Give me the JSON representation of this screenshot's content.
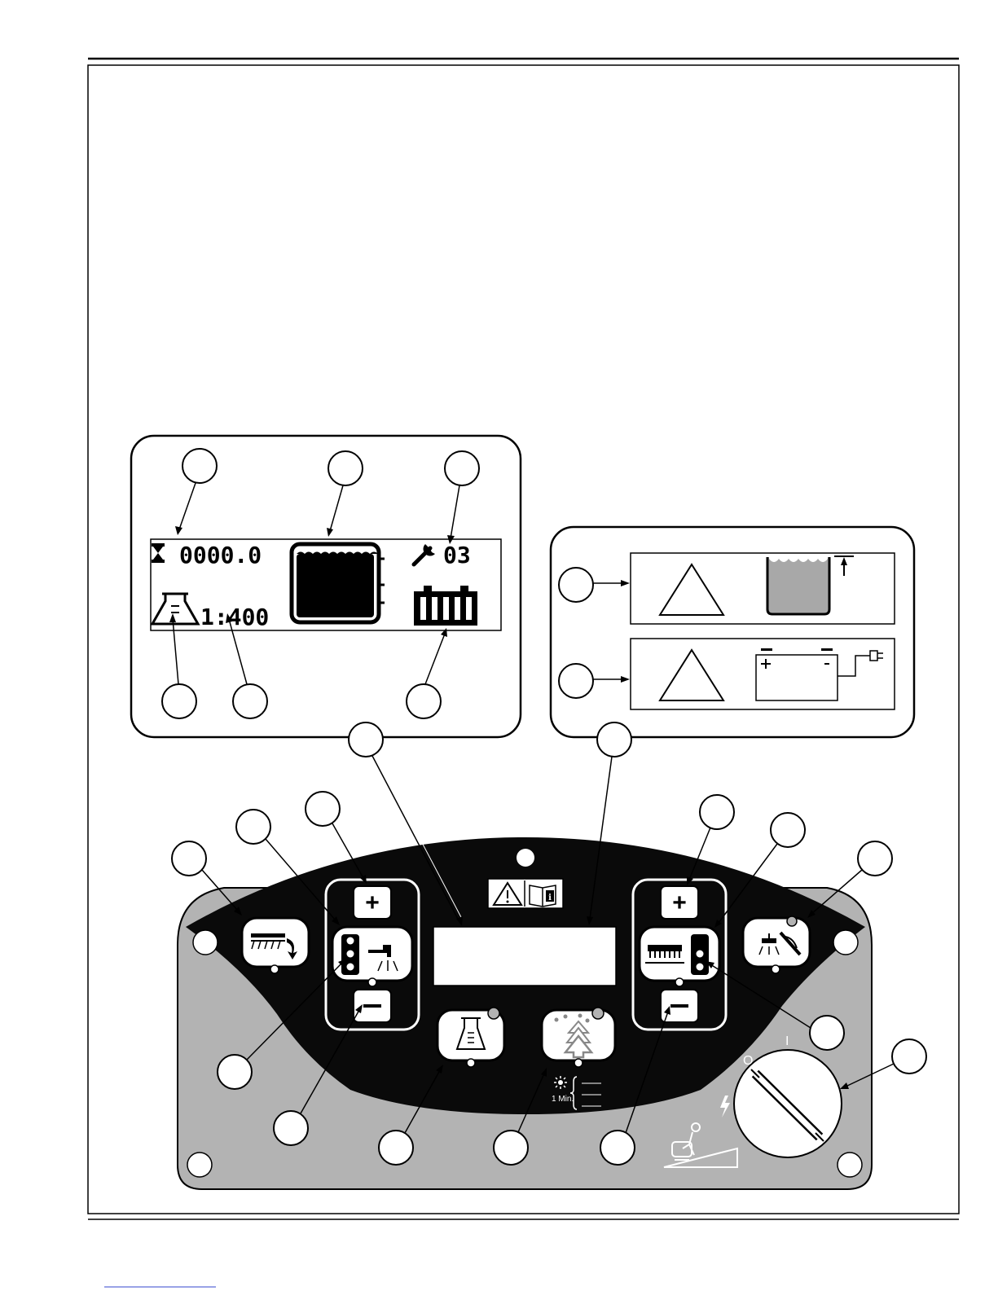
{
  "display": {
    "hour_meter": "0000.0",
    "service_code": "03",
    "dilution_ratio": "1:400"
  },
  "controls": {
    "timer_label": "1 Min.",
    "key_off": "O",
    "key_on": "I"
  },
  "colors": {
    "panel_black": "#0a0a0a",
    "panel_gray": "#b3b3b3",
    "ink": "#000000",
    "tank_fill": "#a8a8a8"
  },
  "icons": [
    "hourglass-icon",
    "wrench-icon",
    "flask-icon",
    "battery-icon",
    "warning-icon",
    "manual-icon",
    "brush-icon",
    "faucet-icon",
    "tree-icon",
    "sun-icon",
    "plug-icon",
    "lightning-icon",
    "operator-ramp-icon"
  ]
}
